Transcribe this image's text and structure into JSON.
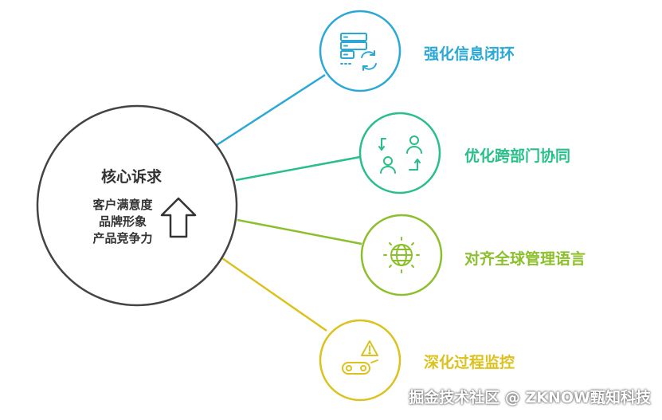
{
  "center": {
    "title": "核心诉求",
    "items": [
      "客户满意度",
      "品牌形象",
      "产品竞争力"
    ]
  },
  "nodes": [
    {
      "label": "强化信息闭环",
      "color": "#2aa8d6",
      "icon": "server-sync-icon"
    },
    {
      "label": "优化跨部门协同",
      "color": "#28bf88",
      "icon": "people-exchange-icon"
    },
    {
      "label": "对齐全球管理语言",
      "color": "#8cbf2c",
      "icon": "globe-icon"
    },
    {
      "label": "深化过程监控",
      "color": "#dcc21e",
      "icon": "conveyor-warning-icon"
    }
  ],
  "watermark": "掘金技术社区 @ ZKNOW甄知科技"
}
